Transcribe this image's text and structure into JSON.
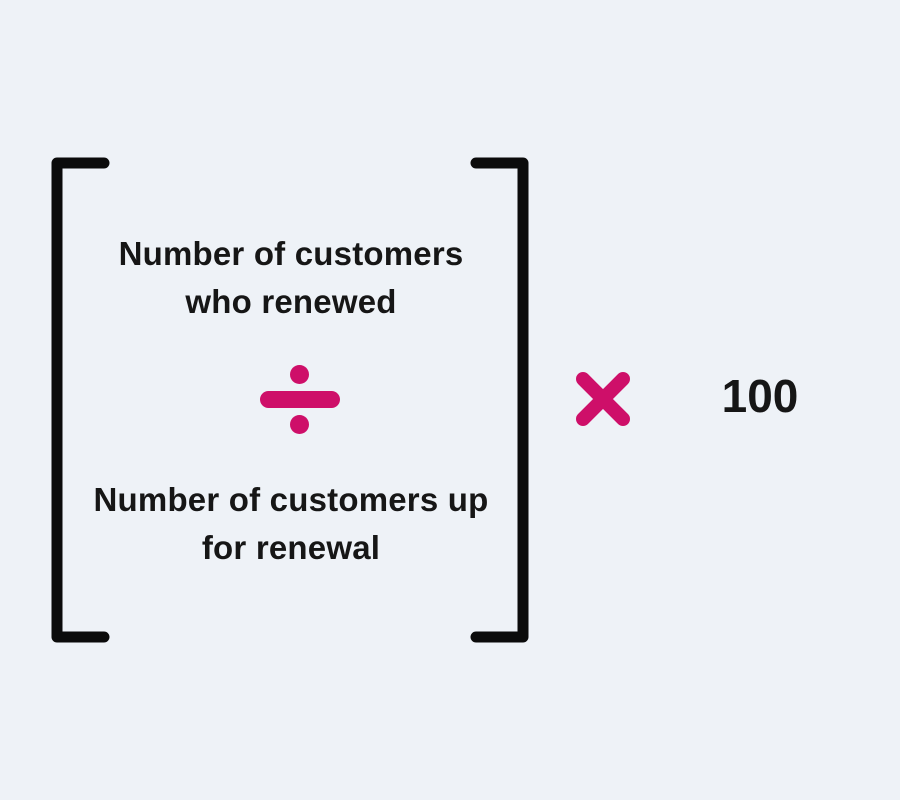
{
  "colors": {
    "background": "#EEF2F7",
    "accent_pink": "#CE0F69",
    "text": "#161616",
    "bracket": "#0B0B0B"
  },
  "formula": {
    "numerator_line1": "Number of customers",
    "numerator_line2": "who renewed",
    "denominator_line1": "Number of customers up",
    "denominator_line2": "for renewal",
    "multiplier": "100",
    "operators": {
      "divide": "divide-icon",
      "multiply": "multiply-icon"
    }
  }
}
